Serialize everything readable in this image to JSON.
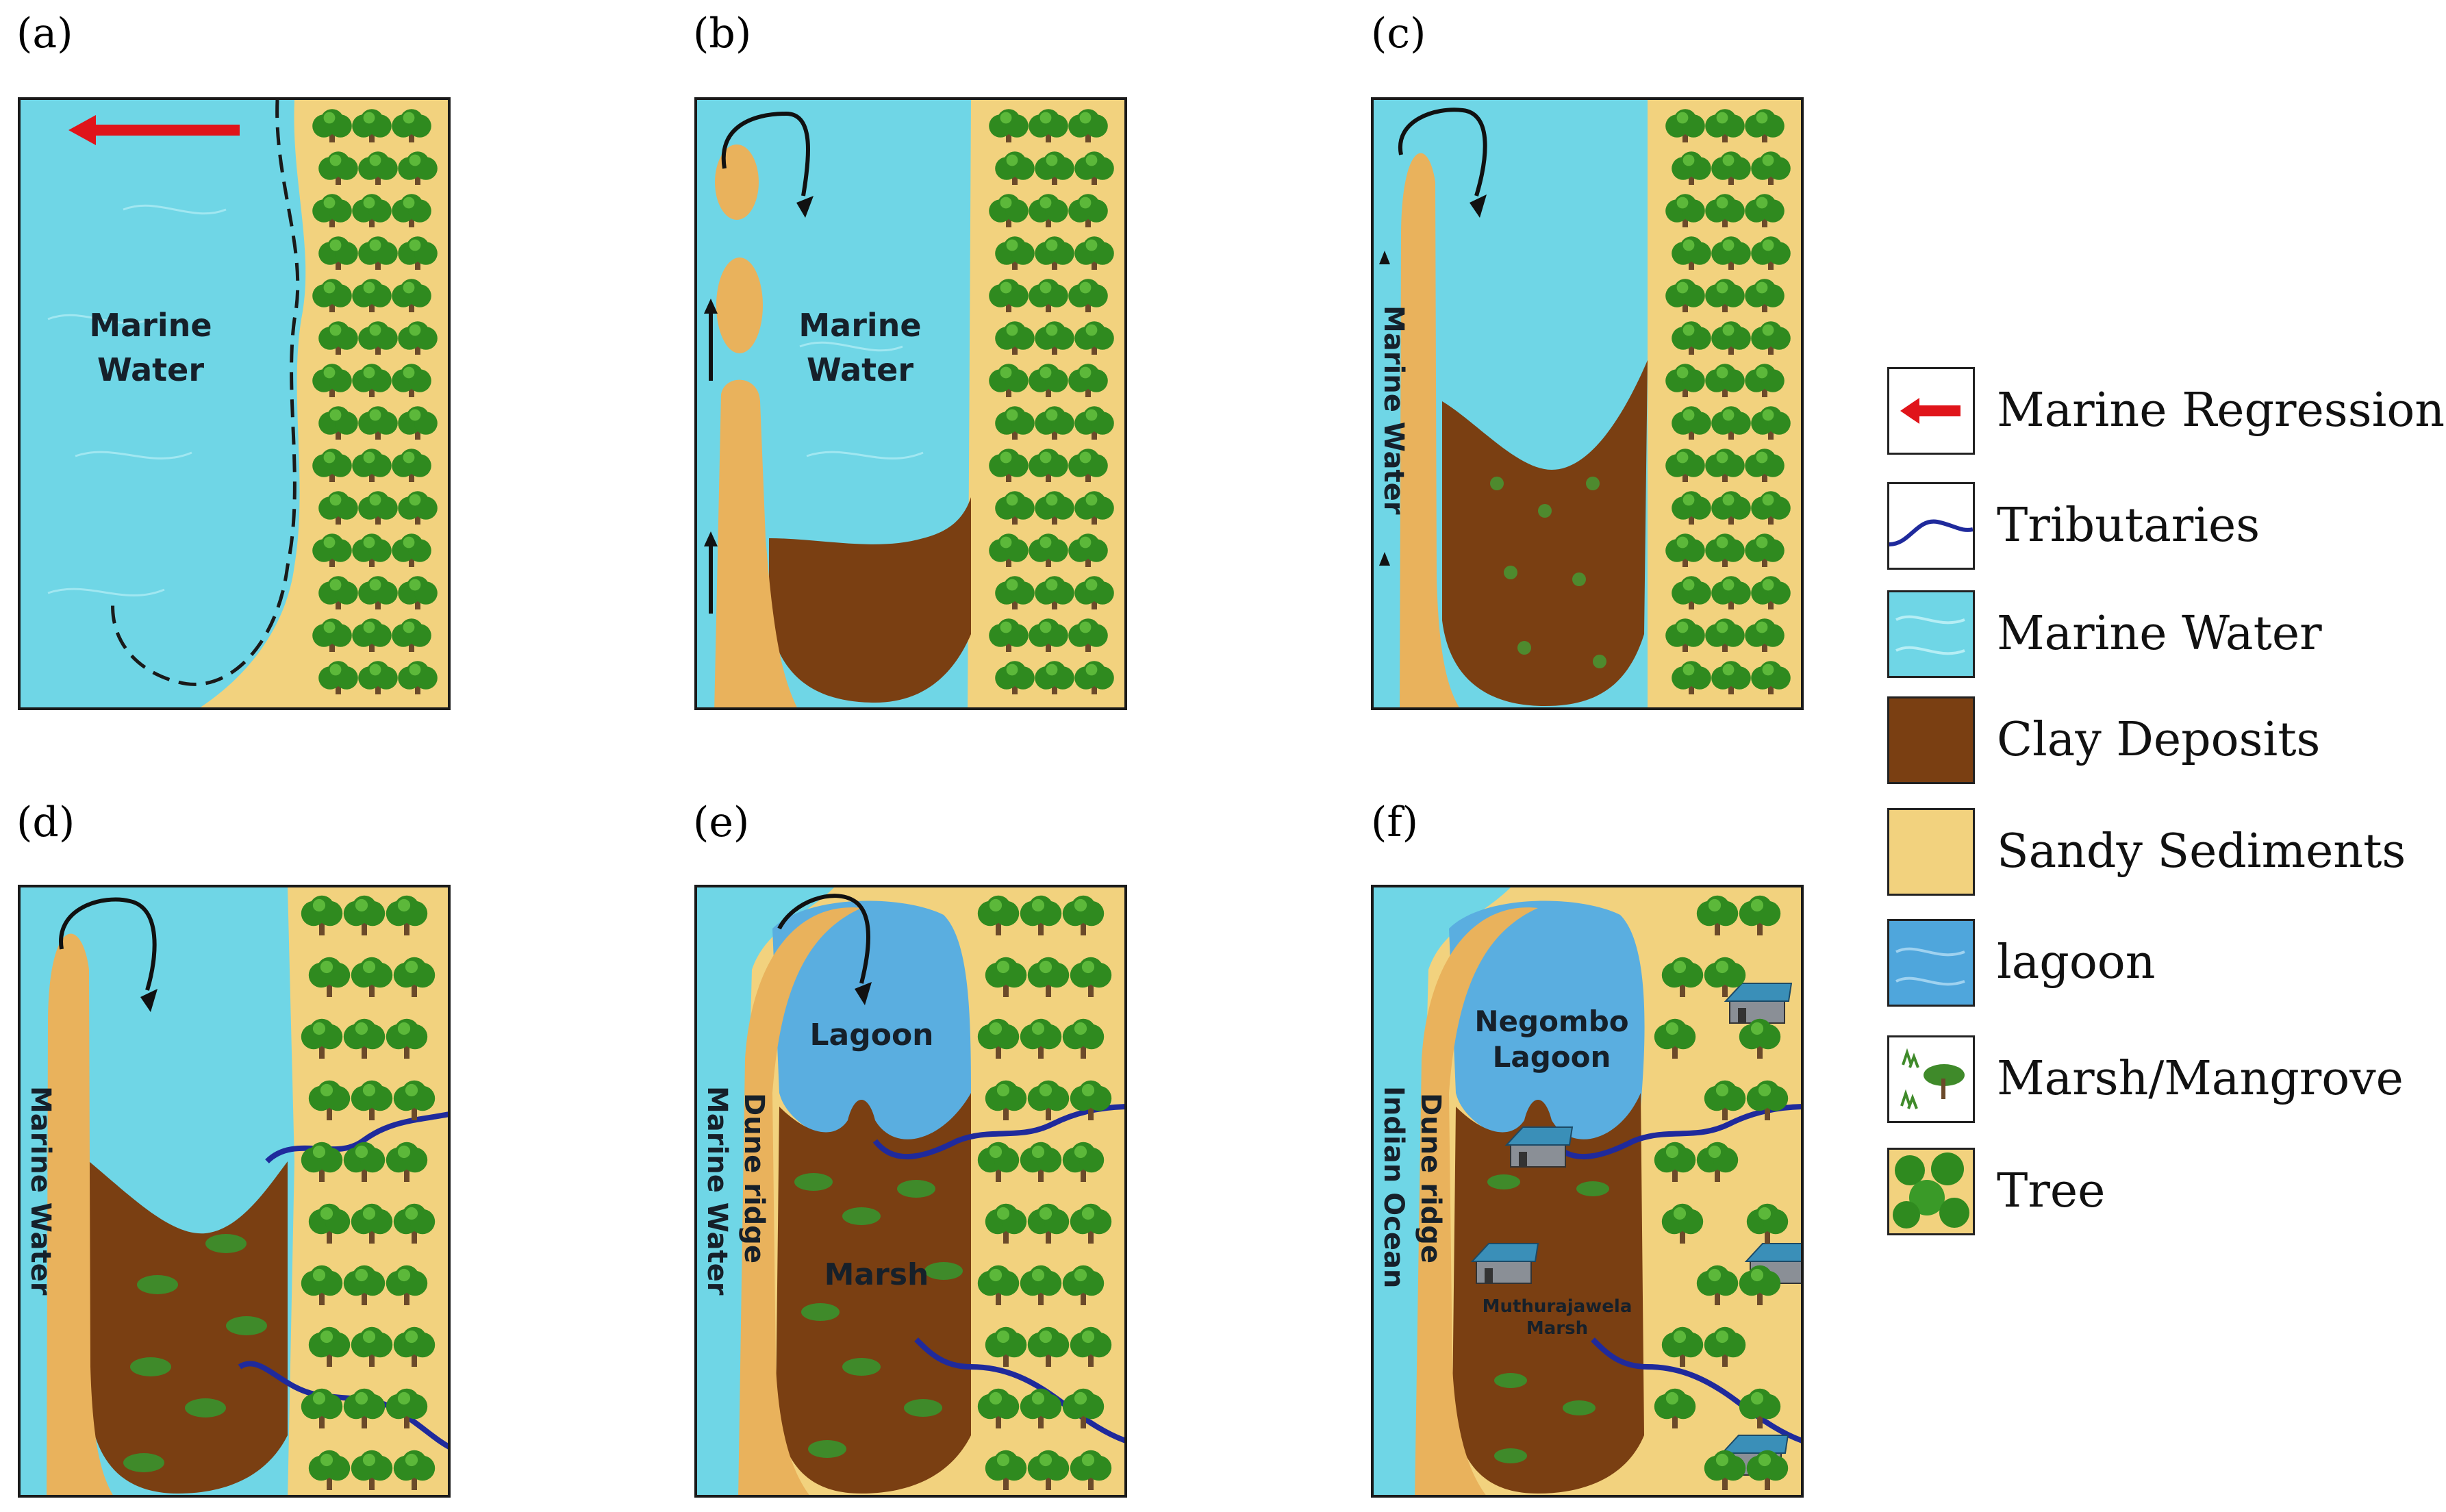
{
  "panels": [
    {
      "label": "(a)",
      "water_text": [
        "Marine",
        "Water"
      ]
    },
    {
      "label": "(b)",
      "water_text": [
        "Marine",
        "Water"
      ]
    },
    {
      "label": "(c)",
      "side_text": "Marine Water"
    },
    {
      "label": "(d)",
      "side_text": "Marine Water"
    },
    {
      "label": "(e)",
      "side_text": "Marine Water",
      "ridge_text": "Dune ridge",
      "lagoon_text": "Lagoon",
      "marsh_text": "Marsh"
    },
    {
      "label": "(f)",
      "side_text": "Indian Ocean",
      "ridge_text": "Dune ridge",
      "lagoon_text": [
        "Negombo",
        "Lagoon"
      ],
      "marsh_text": [
        "Muthurajawela",
        "Marsh"
      ]
    }
  ],
  "legend": [
    {
      "label": "Marine Regression",
      "icon": "red-arrow-icon",
      "color": "#e0141a"
    },
    {
      "label": "Tributaries",
      "icon": "blue-river-line-icon",
      "color": "#1f2a9c"
    },
    {
      "label": "Marine Water",
      "icon": "marine-water-swatch",
      "color": "#6fd6e6"
    },
    {
      "label": "Clay Deposits",
      "icon": "clay-swatch",
      "color": "#7a3f12"
    },
    {
      "label": "Sandy Sediments",
      "icon": "sand-swatch",
      "color": "#f2d27e"
    },
    {
      "label": "lagoon",
      "icon": "lagoon-swatch",
      "color": "#4fa6dc"
    },
    {
      "label": "Marsh/Mangrove",
      "icon": "marsh-icon",
      "color": "#3f8a2a"
    },
    {
      "label": "Tree",
      "icon": "tree-icon",
      "color": "#2f7d1f"
    }
  ],
  "colors": {
    "marine": "#6fd6e6",
    "sand": "#f2d27e",
    "spit": "#e9b25c",
    "clay": "#7a3f12",
    "lagoon": "#5aaee0",
    "tree": "#2f8a1f",
    "river": "#1f2a9c",
    "arrow_red": "#e0141a",
    "roof": "#3a8fb8"
  }
}
